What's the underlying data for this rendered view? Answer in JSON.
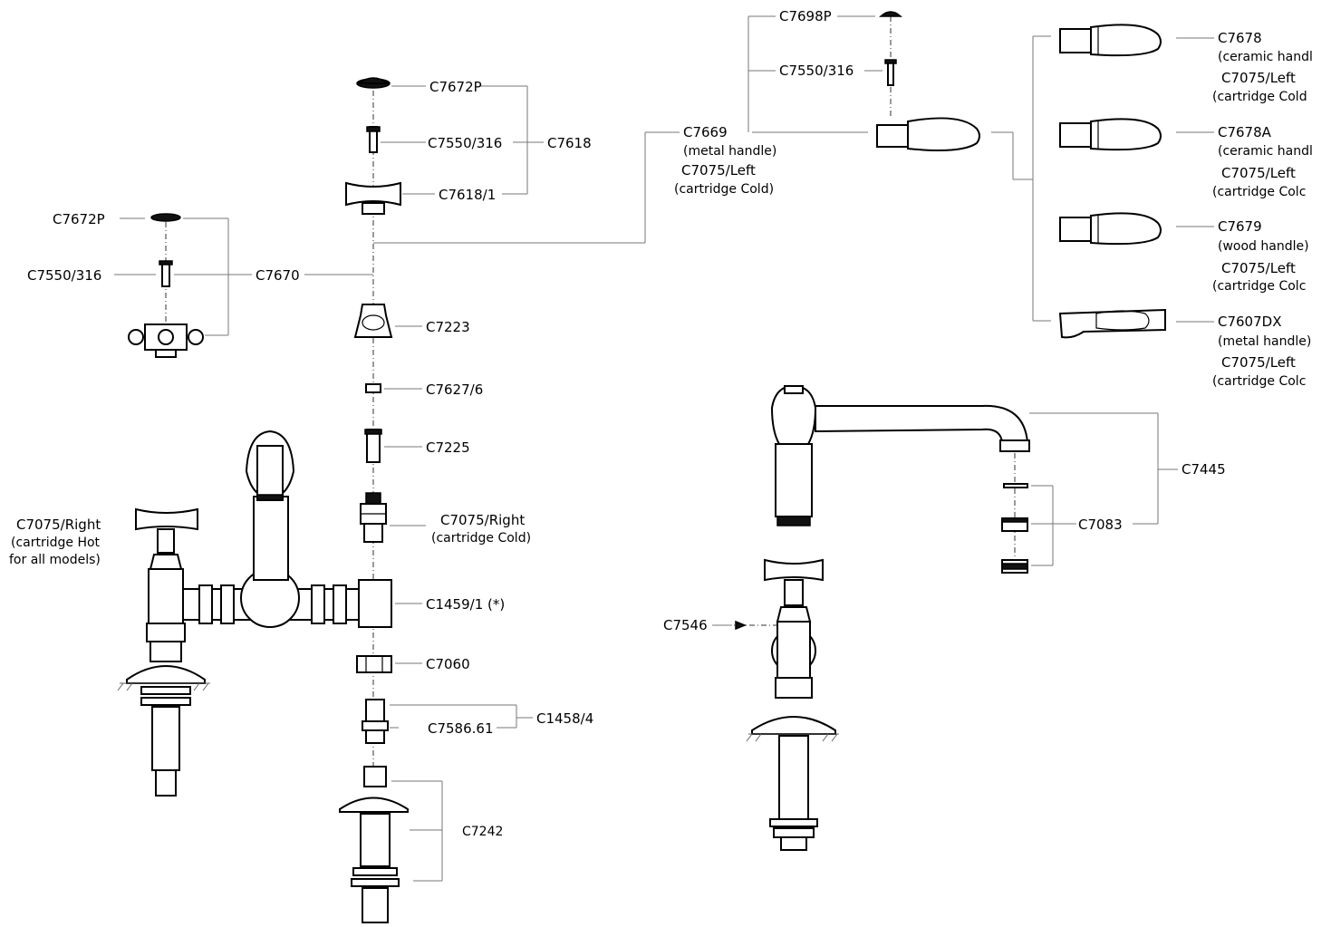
{
  "labels": {
    "c7672p_center": "C7672P",
    "c7550_center": "C7550/316",
    "c7618": "C7618",
    "c7618_1": "C7618/1",
    "c7672p_left": "C7672P",
    "c7550_left": "C7550/316",
    "c7670": "C7670",
    "c7223": "C7223",
    "c7627_6": "C7627/6",
    "c7225": "C7225",
    "c7075_right_center": "C7075/Right",
    "c7075_right_center_sub": "(cartridge Cold)",
    "c7075_right_left": "C7075/Right",
    "c7075_right_left_sub1": "(cartridge Hot",
    "c7075_right_left_sub2": "for all models)",
    "c1459_1": "C1459/1 (*)",
    "c7060": "C7060",
    "c7586_61": "C7586.61",
    "c1458_4": "C1458/4",
    "c7242": "C7242",
    "c7698p": "C7698P",
    "c7550_right": "C7550/316",
    "c7669": "C7669",
    "c7669_sub": "(metal handle)",
    "c7075_left_main": "C7075/Left",
    "c7075_left_main_sub": "(cartridge Cold)",
    "c7678": "C7678",
    "c7678_sub": "(ceramic handl",
    "c7678_cart": "C7075/Left",
    "c7678_cart_sub": "(cartridge Cold",
    "c7678a": "C7678A",
    "c7678a_sub": "(ceramic handl",
    "c7678a_cart": "C7075/Left",
    "c7678a_cart_sub": "(cartridge Colc",
    "c7679": "C7679",
    "c7679_sub": "(wood handle)",
    "c7679_cart": "C7075/Left",
    "c7679_cart_sub": "(cartridge Colc",
    "c7607dx": "C7607DX",
    "c7607dx_sub": "(metal handle)",
    "c7607dx_cart": "C7075/Left",
    "c7607dx_cart_sub": "(cartridge Colc",
    "c7445": "C7445",
    "c7083": "C7083",
    "c7546": "C7546"
  }
}
